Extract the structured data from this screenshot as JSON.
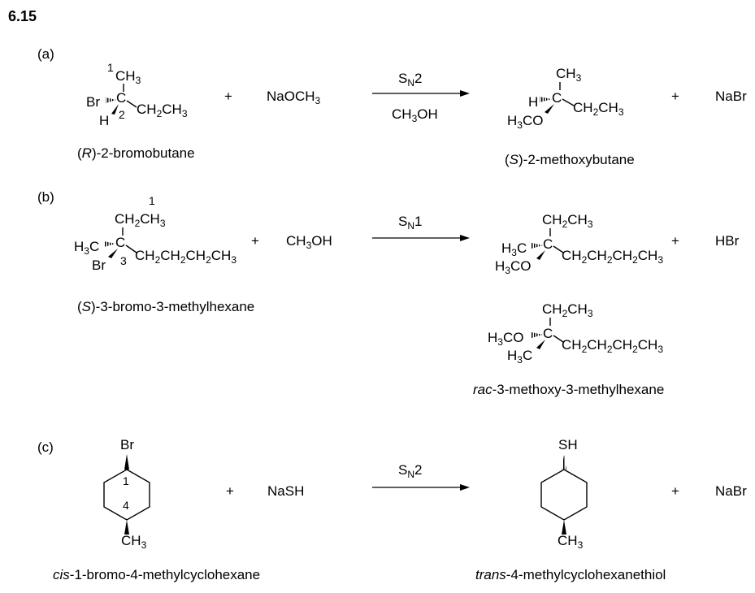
{
  "problem": {
    "number": "6.15"
  },
  "part_a": {
    "label": "(a)",
    "reactant": {
      "ch3": "CH",
      "ch3_sub": "3",
      "br": "Br",
      "h": "H",
      "c": "C",
      "ethyl": "CH",
      "ethyl_sub": "2",
      "ethyl_b": "CH",
      "ethyl_sub2": "3",
      "num1": "1",
      "num2": "2",
      "name_pre": "(",
      "name_italic": "R",
      "name_post": ")-2-bromobutane"
    },
    "plus1": "+",
    "reagent": "NaOCH",
    "reagent_sub": "3",
    "conditions": {
      "top": "S",
      "top_sub": "N",
      "top_post": "2",
      "bottom": "CH",
      "bottom_sub": "3",
      "bottom_post": "OH"
    },
    "product": {
      "ch3": "CH",
      "ch3_sub": "3",
      "h": "H",
      "c": "C",
      "ethyl": "CH",
      "ethyl_sub": "2",
      "ethyl_b": "CH",
      "ethyl_sub2": "3",
      "ome_a": "H",
      "ome_sub": "3",
      "ome_b": "CO",
      "name_pre": "(",
      "name_italic": "S",
      "name_post": ")-2-methoxybutane"
    },
    "plus2": "+",
    "byproduct": "NaBr"
  },
  "part_b": {
    "label": "(b)",
    "reactant": {
      "num1": "1",
      "num3": "3",
      "top": "CH",
      "top_sub": "2",
      "top_b": "CH",
      "top_sub2": "3",
      "me_a": "H",
      "me_sub": "3",
      "me_b": "C",
      "c": "C",
      "br": "Br",
      "propyl": "CH",
      "propyl_sub": "2",
      "propyl_b": "CH",
      "propyl_sub2": "2",
      "propyl_c": "CH",
      "propyl_sub3": "2",
      "propyl_d": "CH",
      "propyl_sub4": "3",
      "name_pre": "(",
      "name_italic": "S",
      "name_post": ")-3-bromo-3-methylhexane"
    },
    "plus1": "+",
    "reagent": "CH",
    "reagent_sub": "3",
    "reagent_post": "OH",
    "conditions": {
      "top": "S",
      "top_sub": "N",
      "top_post": "1"
    },
    "plus2": "+",
    "byproduct": "HBr",
    "product_name_italic": "rac",
    "product_name_post": "-3-methoxy-3-methylhexane"
  },
  "part_c": {
    "label": "(c)",
    "reactant": {
      "br": "Br",
      "num1": "1",
      "num4": "4",
      "ch3": "CH",
      "ch3_sub": "3",
      "name_italic": "cis",
      "name_post": "-1-bromo-4-methylcyclohexane"
    },
    "plus1": "+",
    "reagent": "NaSH",
    "conditions": {
      "top": "S",
      "top_sub": "N",
      "top_post": "2"
    },
    "product": {
      "sh": "SH",
      "ch3": "CH",
      "ch3_sub": "3",
      "name_italic": "trans",
      "name_post": "-4-methylcyclohexanethiol"
    },
    "plus2": "+",
    "byproduct": "NaBr"
  }
}
